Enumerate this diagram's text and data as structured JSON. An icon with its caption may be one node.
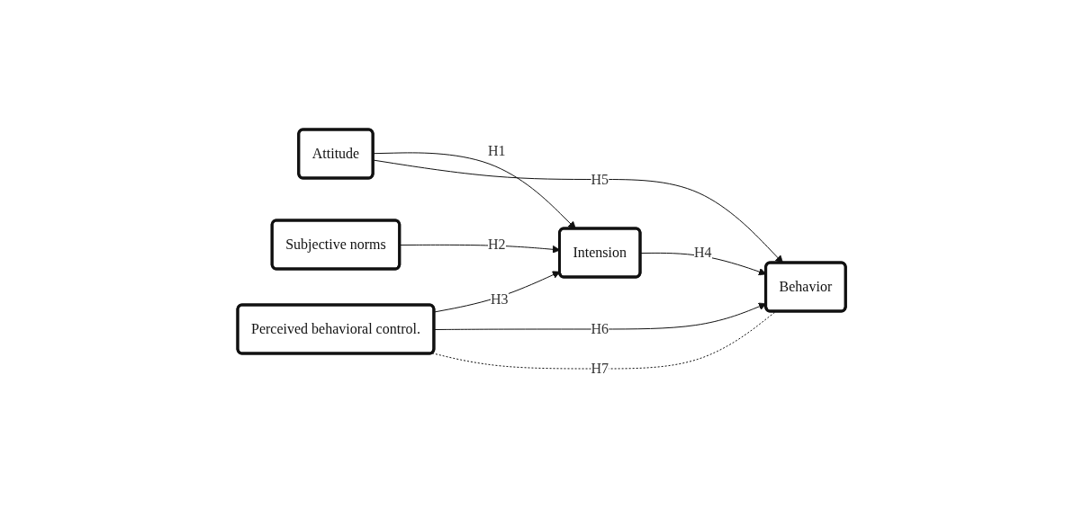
{
  "diagram": {
    "nodes": [
      {
        "text": [
          "Attitude"
        ]
      },
      {
        "text": [
          "Subjective norms"
        ]
      },
      {
        "text": [
          "Perceived behavioral control."
        ]
      },
      {
        "text": [
          "Intension"
        ]
      },
      {
        "text": [
          "Behavior"
        ]
      }
    ],
    "edges": [
      {
        "from": 0,
        "to": 3,
        "arrow": "to",
        "label": "H1"
      },
      {
        "from": 0,
        "to": 4,
        "arrow": "to",
        "label": "H5"
      },
      {
        "from": 1,
        "to": 3,
        "arrow": "to",
        "label": "H2"
      },
      {
        "from": 2,
        "to": 3,
        "arrow": "to",
        "label": "H3"
      },
      {
        "from": 2,
        "to": 4,
        "arrow": "to",
        "label": "H6"
      },
      {
        "from": 3,
        "to": 4,
        "arrow": "to",
        "label": "H4"
      },
      {
        "from": 2,
        "to": 4,
        "arrow": "none",
        "label": "H7",
        "style": "dashed"
      }
    ]
  }
}
